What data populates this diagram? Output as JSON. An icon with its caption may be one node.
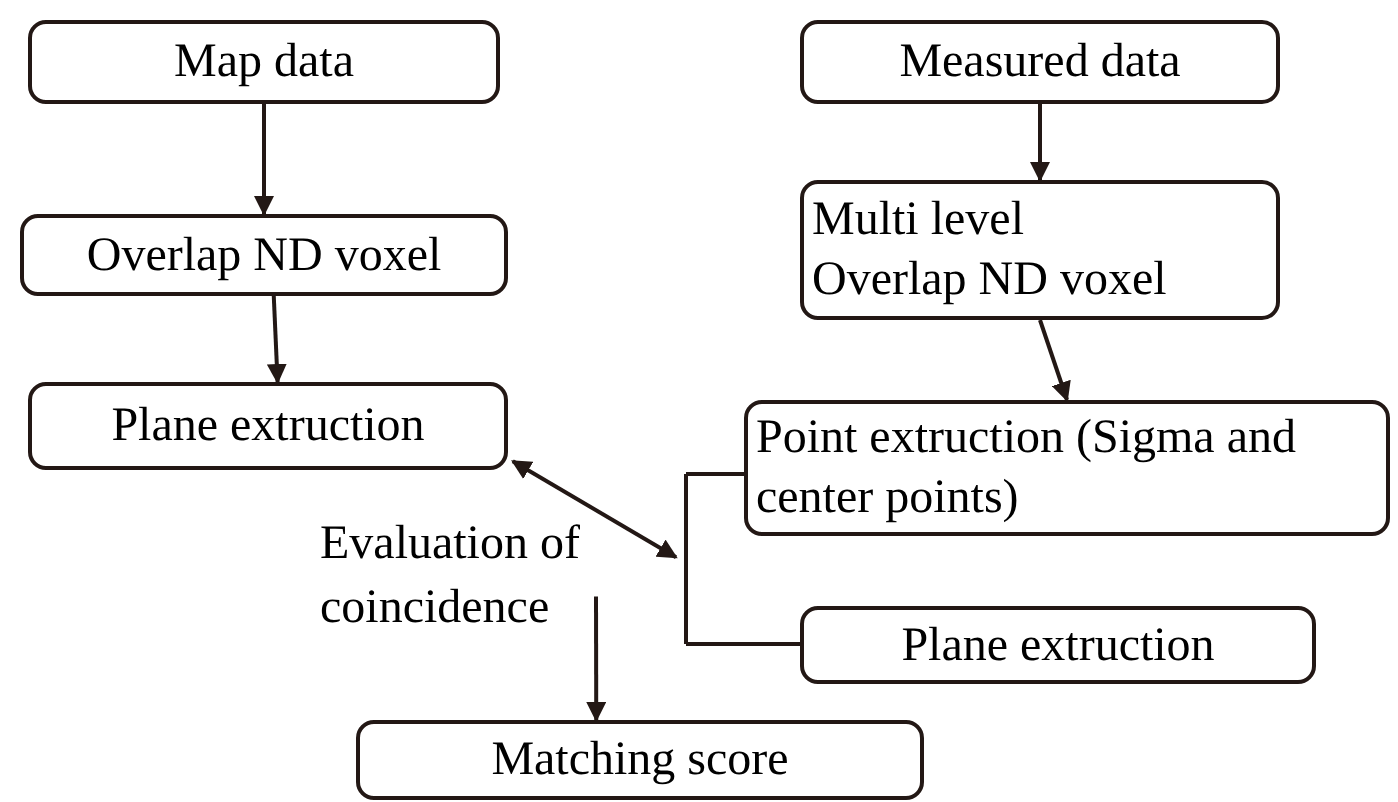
{
  "diagram": {
    "nodes": [
      {
        "text": [
          "Map data"
        ]
      },
      {
        "text": [
          "Overlap ND voxel"
        ]
      },
      {
        "text": [
          "Plane extruction"
        ]
      },
      {
        "text": [
          "Measured data"
        ]
      },
      {
        "text": [
          "Multi level Overlap ND voxel"
        ]
      },
      {
        "text": [
          "Point extruction (Sigma and center points)"
        ]
      },
      {
        "text": [
          "Plane extruction"
        ]
      },
      {
        "text": [
          "Matching score"
        ]
      },
      {
        "text": [],
        "shape": "bar"
      },
      {
        "text": [
          "Evaluation of coincidence"
        ]
      }
    ],
    "edges": [
      {
        "from": 0,
        "to": 1,
        "arrow": "to"
      },
      {
        "from": 1,
        "to": 2,
        "arrow": "to"
      },
      {
        "from": 3,
        "to": 4,
        "arrow": "to"
      },
      {
        "from": 4,
        "to": 5,
        "arrow": "to"
      },
      {
        "from": 8,
        "to": 5,
        "arrow": "none"
      },
      {
        "from": 8,
        "to": 6,
        "arrow": "none"
      },
      {
        "from": 2,
        "to": 8,
        "arrow": "both"
      },
      {
        "from": 9,
        "to": 7,
        "arrow": "to"
      }
    ]
  }
}
